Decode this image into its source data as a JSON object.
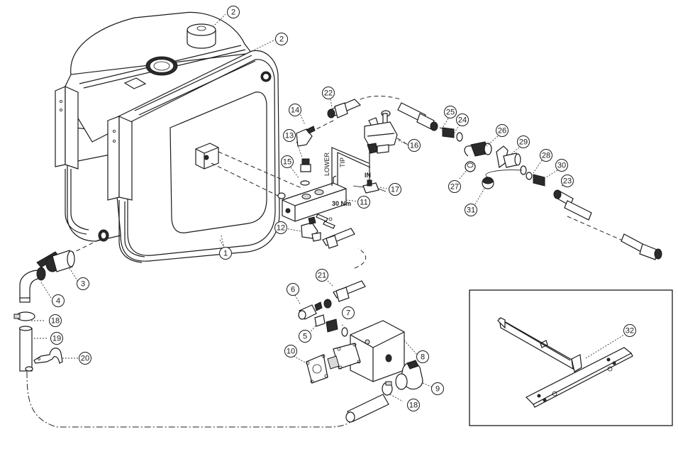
{
  "diagram": {
    "type": "exploded-parts-diagram",
    "subject": "Hydraulic tank, valve, pump and hose assembly",
    "annotations": {
      "torque": "30 Nm",
      "valve_port_lower": "LOWER",
      "valve_port_tip": "TIP",
      "valve_port_in": "IN"
    },
    "callouts": [
      {
        "id": "c1",
        "label": "1",
        "part": "hydraulic-tank"
      },
      {
        "id": "c2a",
        "label": "2",
        "part": "filler-cap"
      },
      {
        "id": "c2b",
        "label": "2",
        "part": "breather-plug"
      },
      {
        "id": "c3",
        "label": "3",
        "part": "ball-valve"
      },
      {
        "id": "c4",
        "label": "4",
        "part": "elbow-fitting"
      },
      {
        "id": "c5",
        "label": "5",
        "part": "adapter"
      },
      {
        "id": "c6",
        "label": "6",
        "part": "elbow-adapter"
      },
      {
        "id": "c7",
        "label": "7",
        "part": "sealing-washer"
      },
      {
        "id": "c8",
        "label": "8",
        "part": "gear-pump"
      },
      {
        "id": "c9",
        "label": "9",
        "part": "suction-elbow"
      },
      {
        "id": "c10",
        "label": "10",
        "part": "pump-gasket"
      },
      {
        "id": "c11",
        "label": "11",
        "part": "control-valve-block"
      },
      {
        "id": "c12",
        "label": "12",
        "part": "elbow-fitting-valve"
      },
      {
        "id": "c13",
        "label": "13",
        "part": "elbow-adapter-valve"
      },
      {
        "id": "c14",
        "label": "14",
        "part": "adapter-valve"
      },
      {
        "id": "c15",
        "label": "15",
        "part": "adapter-washer"
      },
      {
        "id": "c16",
        "label": "16",
        "part": "hand-lever-valve"
      },
      {
        "id": "c17",
        "label": "17",
        "part": "tee-fitting"
      },
      {
        "id": "c18a",
        "label": "18",
        "part": "hose-clamp"
      },
      {
        "id": "c18b",
        "label": "18",
        "part": "hose-clamp"
      },
      {
        "id": "c19",
        "label": "19",
        "part": "suction-hose"
      },
      {
        "id": "c20",
        "label": "20",
        "part": "hose-bracket"
      },
      {
        "id": "c21",
        "label": "21",
        "part": "pressure-hose"
      },
      {
        "id": "c22",
        "label": "22",
        "part": "hydraulic-hose"
      },
      {
        "id": "c23",
        "label": "23",
        "part": "hydraulic-hose-out"
      },
      {
        "id": "c24",
        "label": "24",
        "part": "bonded-seal"
      },
      {
        "id": "c25",
        "label": "25",
        "part": "adapter-nipple"
      },
      {
        "id": "c26",
        "label": "26",
        "part": "quick-coupler-male"
      },
      {
        "id": "c27",
        "label": "27",
        "part": "dust-cap"
      },
      {
        "id": "c28",
        "label": "28",
        "part": "bonded-seal-2"
      },
      {
        "id": "c29",
        "label": "29",
        "part": "quick-coupler-female"
      },
      {
        "id": "c30",
        "label": "30",
        "part": "adapter-nipple-2"
      },
      {
        "id": "c31",
        "label": "31",
        "part": "dust-plug"
      },
      {
        "id": "c32",
        "label": "32",
        "part": "mounting-bracket"
      }
    ]
  }
}
